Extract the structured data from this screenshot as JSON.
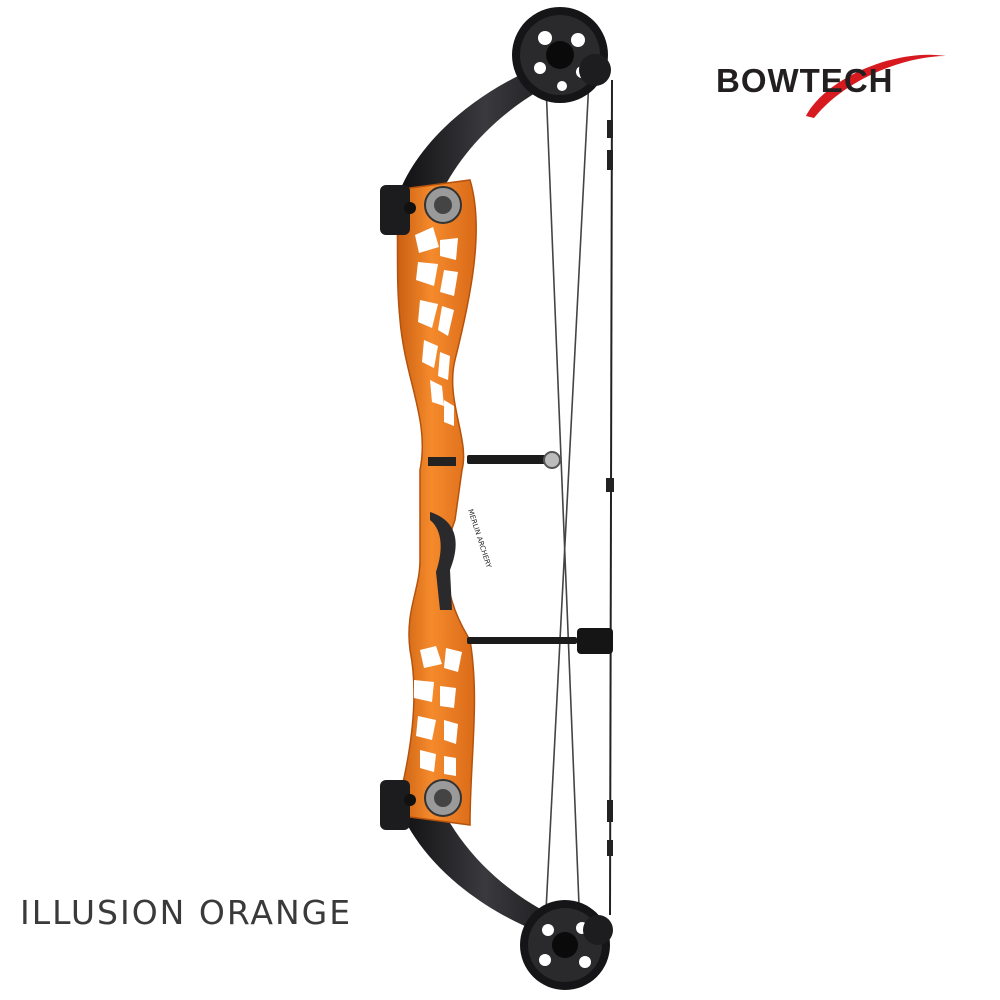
{
  "brand": {
    "name": "BOWTECH",
    "colors": {
      "text": "#231f20",
      "accent": "#d71920"
    }
  },
  "product": {
    "color_name": "ILLUSION ORANGE",
    "riser_color": "#f07b22",
    "limb_color": "#1c1c1e",
    "riser_label": "MERLIN ARCHERY"
  }
}
